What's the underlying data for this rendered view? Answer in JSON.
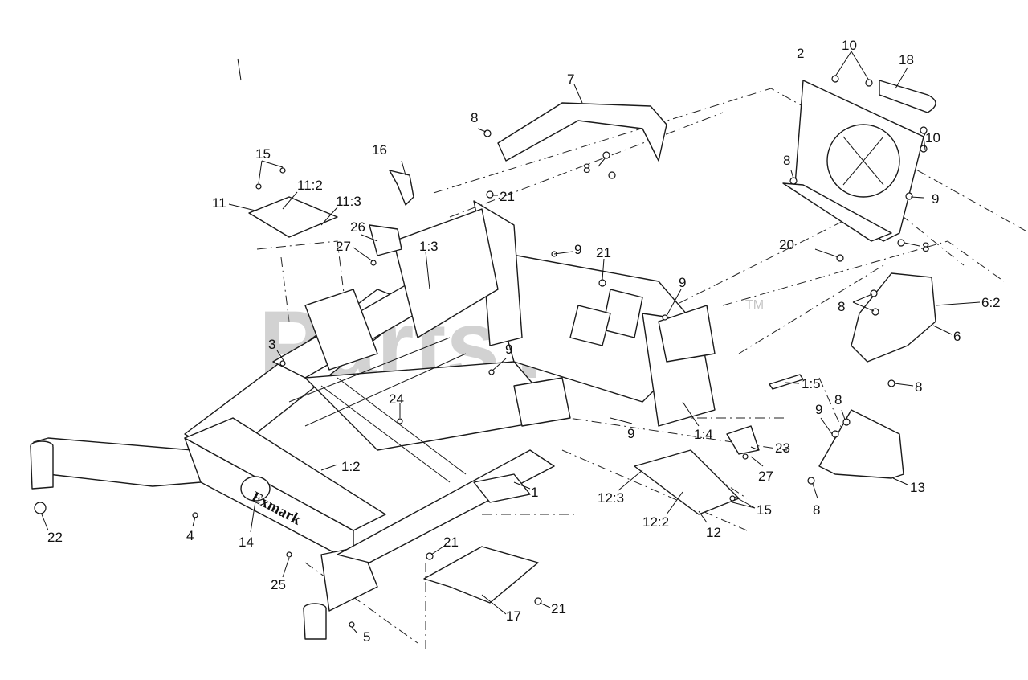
{
  "watermark": {
    "text": "PartsTree",
    "trademark": "TM"
  },
  "logo": {
    "text": "Exmark"
  },
  "callouts": [
    {
      "id": "c1",
      "text": "1"
    },
    {
      "id": "c1-2",
      "text": "1:2"
    },
    {
      "id": "c1-3",
      "text": "1:3"
    },
    {
      "id": "c1-4",
      "text": "1:4"
    },
    {
      "id": "c1-5",
      "text": "1:5"
    },
    {
      "id": "c2",
      "text": "2"
    },
    {
      "id": "c3",
      "text": "3"
    },
    {
      "id": "c4",
      "text": "4"
    },
    {
      "id": "c5",
      "text": "5"
    },
    {
      "id": "c6",
      "text": "6"
    },
    {
      "id": "c6-2",
      "text": "6:2"
    },
    {
      "id": "c7",
      "text": "7"
    },
    {
      "id": "c8a",
      "text": "8"
    },
    {
      "id": "c8b",
      "text": "8"
    },
    {
      "id": "c8c",
      "text": "8"
    },
    {
      "id": "c8d",
      "text": "8"
    },
    {
      "id": "c8e",
      "text": "8"
    },
    {
      "id": "c8f",
      "text": "8"
    },
    {
      "id": "c8g",
      "text": "8"
    },
    {
      "id": "c8h",
      "text": "8"
    },
    {
      "id": "c9a",
      "text": "9"
    },
    {
      "id": "c9b",
      "text": "9"
    },
    {
      "id": "c9c",
      "text": "9"
    },
    {
      "id": "c9d",
      "text": "9"
    },
    {
      "id": "c9e",
      "text": "9"
    },
    {
      "id": "c9f",
      "text": "9"
    },
    {
      "id": "c10a",
      "text": "10"
    },
    {
      "id": "c10b",
      "text": "10"
    },
    {
      "id": "c11",
      "text": "11"
    },
    {
      "id": "c11-2",
      "text": "11:2"
    },
    {
      "id": "c11-3",
      "text": "11:3"
    },
    {
      "id": "c12",
      "text": "12"
    },
    {
      "id": "c12-2",
      "text": "12:2"
    },
    {
      "id": "c12-3",
      "text": "12:3"
    },
    {
      "id": "c13",
      "text": "13"
    },
    {
      "id": "c14",
      "text": "14"
    },
    {
      "id": "c15a",
      "text": "15"
    },
    {
      "id": "c15b",
      "text": "15"
    },
    {
      "id": "c16",
      "text": "16"
    },
    {
      "id": "c17",
      "text": "17"
    },
    {
      "id": "c18",
      "text": "18"
    },
    {
      "id": "c20",
      "text": "20"
    },
    {
      "id": "c21a",
      "text": "21"
    },
    {
      "id": "c21b",
      "text": "21"
    },
    {
      "id": "c21c",
      "text": "21"
    },
    {
      "id": "c21d",
      "text": "21"
    },
    {
      "id": "c22",
      "text": "22"
    },
    {
      "id": "c23",
      "text": "23"
    },
    {
      "id": "c24",
      "text": "24"
    },
    {
      "id": "c25",
      "text": "25"
    },
    {
      "id": "c26",
      "text": "26"
    },
    {
      "id": "c27a",
      "text": "27"
    },
    {
      "id": "c27b",
      "text": "27"
    }
  ]
}
